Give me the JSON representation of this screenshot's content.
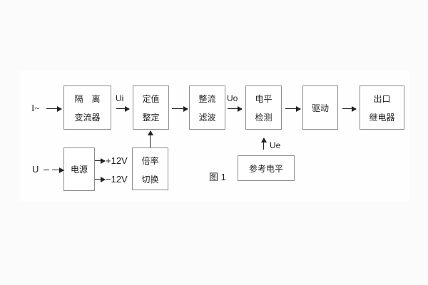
{
  "figure": {
    "caption": "图 1"
  },
  "signals": {
    "input_current": "I~",
    "ui": "Ui",
    "uo": "Uo",
    "ue": "Ue",
    "input_voltage": "U",
    "rail_pos": "+12V",
    "rail_neg": "−12V"
  },
  "blocks": {
    "isolation": {
      "line1": "隔　离",
      "line2": "变流器"
    },
    "setting": {
      "line1": "定值",
      "line2": "整定"
    },
    "rectifier": {
      "line1": "整流",
      "line2": "滤波"
    },
    "level_detect": {
      "line1": "电平",
      "line2": "检测"
    },
    "drive": {
      "label": "驱动"
    },
    "output_relay": {
      "line1": "出口",
      "line2": "继电器"
    },
    "power": {
      "label": "电源"
    },
    "ratio_switch": {
      "line1": "倍率",
      "line2": "切换"
    },
    "reference_level": {
      "label": "参考电平"
    }
  },
  "colors": {
    "background": "#fbfbfb",
    "panel": "#fefefe",
    "box_border": "#8d8d8d",
    "text": "#1f1f1f",
    "arrow": "#222222"
  }
}
